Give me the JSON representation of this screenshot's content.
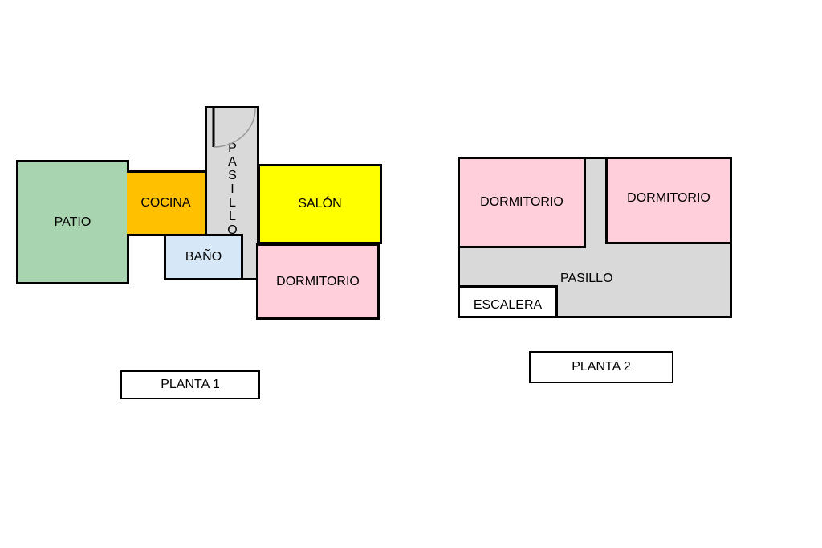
{
  "planta1": {
    "label": "PLANTA 1",
    "rooms": {
      "patio": "PATIO",
      "cocina": "COCINA",
      "pasillo": "PASILLO",
      "bano": "BAÑO",
      "salon": "SALÓN",
      "dormitorio": "DORMITORIO"
    }
  },
  "planta2": {
    "label": "PLANTA 2",
    "rooms": {
      "dormitorio1": "DORMITORIO",
      "dormitorio2": "DORMITORIO",
      "pasillo": "PASILLO",
      "escalera": "ESCALERA"
    }
  },
  "colors": {
    "patio": "#a8d5b0",
    "cocina": "#ffc000",
    "pasillo": "#d9d9d9",
    "bano": "#d6e8f8",
    "salon": "#ffff00",
    "dormitorio": "#ffd0dc"
  }
}
